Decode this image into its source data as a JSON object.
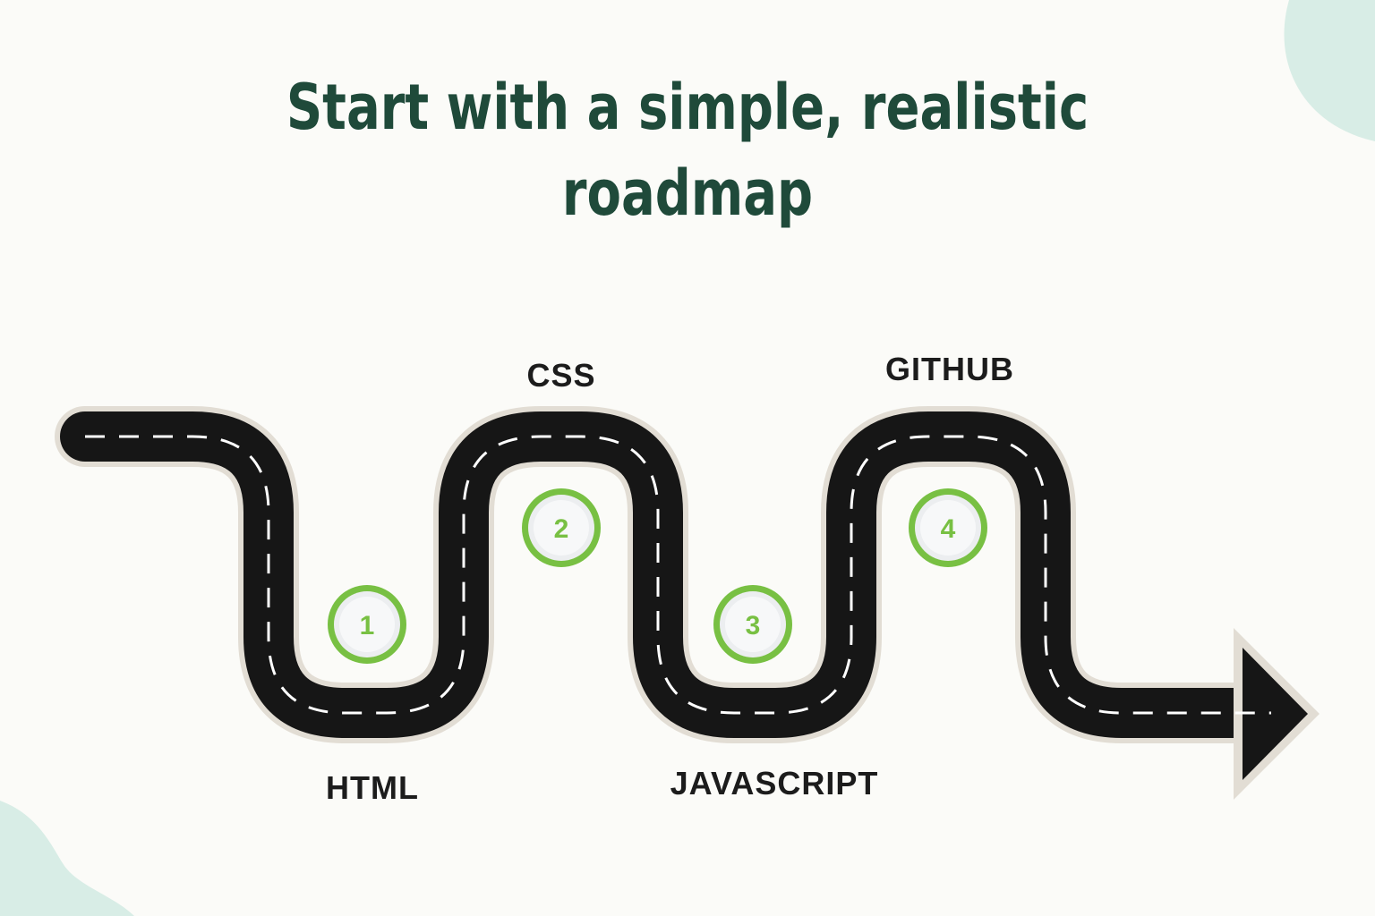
{
  "title": {
    "line1": "Start with a simple, realistic",
    "line2": "roadmap"
  },
  "steps": [
    {
      "number": "1",
      "label": "HTML"
    },
    {
      "number": "2",
      "label": "CSS"
    },
    {
      "number": "3",
      "label": "JAVASCRIPT"
    },
    {
      "number": "4",
      "label": "GITHUB"
    }
  ],
  "colors": {
    "background": "#fbfbf8",
    "title": "#1f4a3a",
    "road": "#161616",
    "road_edge": "#e2ddd4",
    "dash": "#ffffff",
    "accent_green": "#78c043",
    "blob": "#d8ede6"
  }
}
